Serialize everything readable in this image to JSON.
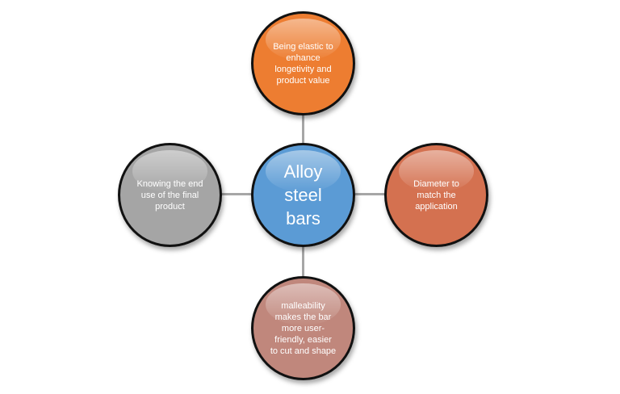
{
  "diagram": {
    "center": {
      "label": "Alloy steel bars",
      "lines": [
        "Alloy",
        "steel",
        "bars"
      ],
      "color": "#5b9bd5"
    },
    "nodes": {
      "top": {
        "lines": [
          "Being elastic to",
          "enhance",
          "longetivity and",
          "product value"
        ],
        "color": "#ed7d31"
      },
      "right": {
        "lines": [
          "Diameter to",
          "match the",
          "application"
        ],
        "color": "#d47150"
      },
      "bottom": {
        "lines": [
          "malleability",
          "makes the bar",
          "more user-",
          "friendly, easier",
          "to cut and shape"
        ],
        "color": "#c0877c"
      },
      "left": {
        "lines": [
          "Knowing the end",
          "use of the final",
          "product"
        ],
        "color": "#a5a5a5"
      }
    },
    "connector_color": "#a6a6a6"
  }
}
